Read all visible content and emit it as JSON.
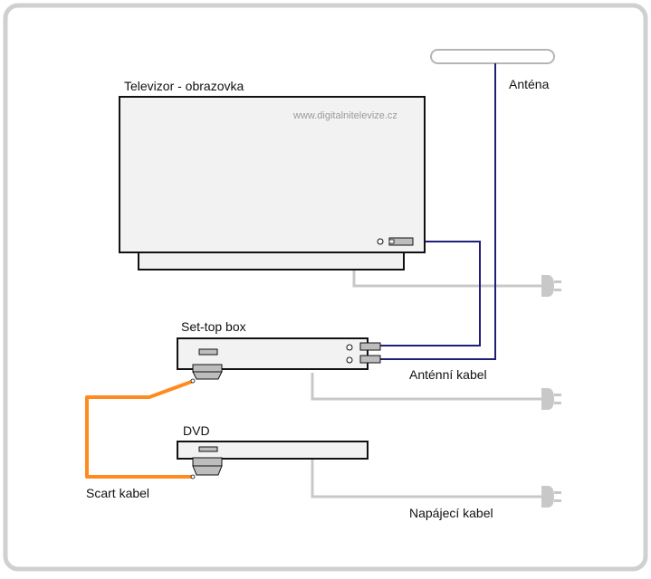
{
  "labels": {
    "tv": "Televizor - obrazovka",
    "watermark": "www.digitalnitelevize.cz",
    "antenna": "Anténa",
    "settop": "Set-top box",
    "antenna_cable": "Anténní kabel",
    "dvd": "DVD",
    "scart_cable": "Scart kabel",
    "power_cable": "Napájecí kabel"
  },
  "colors": {
    "frame": "#d0d0d0",
    "device_outline": "#111111",
    "device_fill": "#f2f2f2",
    "power_cable": "#c8c8c8",
    "antenna_cable": "#1f1f7a",
    "scart_cable": "#ff8a1f",
    "connector_fill": "#bdbdbd"
  }
}
